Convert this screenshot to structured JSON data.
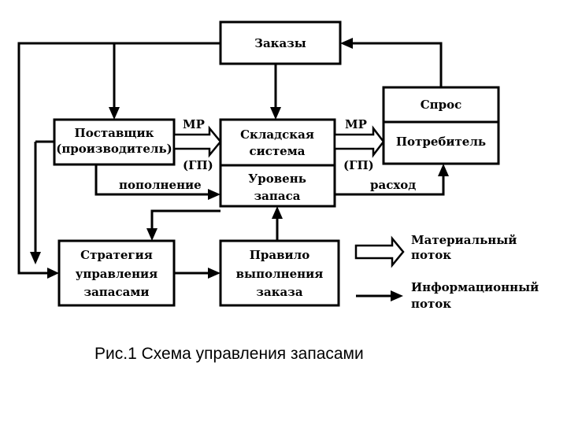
{
  "diagram": {
    "nodes": {
      "orders": "Заказы",
      "demand": "Спрос",
      "consumer": "Потребитель",
      "supplier_1": "Поставщик",
      "supplier_2": "(производитель)",
      "warehouse_1": "Складская",
      "warehouse_2": "система",
      "stock_1": "Уровень",
      "stock_2": "запаса",
      "strategy_1": "Стратегия",
      "strategy_2": "управления",
      "strategy_3": "запасами",
      "rule_1": "Правило",
      "rule_2": "выполнения",
      "rule_3": "заказа"
    },
    "edge_labels": {
      "mr_left": "МР",
      "gp_left": "(ГП)",
      "replenishment": "пополнение",
      "mr_right": "МР",
      "gp_right": "(ГП)",
      "consumption": "расход"
    },
    "legend": {
      "material_1": "Материальный",
      "material_2": "поток",
      "info_1": "Информационный",
      "info_2": "поток"
    }
  },
  "caption": "Рис.1  Схема управления запасами"
}
